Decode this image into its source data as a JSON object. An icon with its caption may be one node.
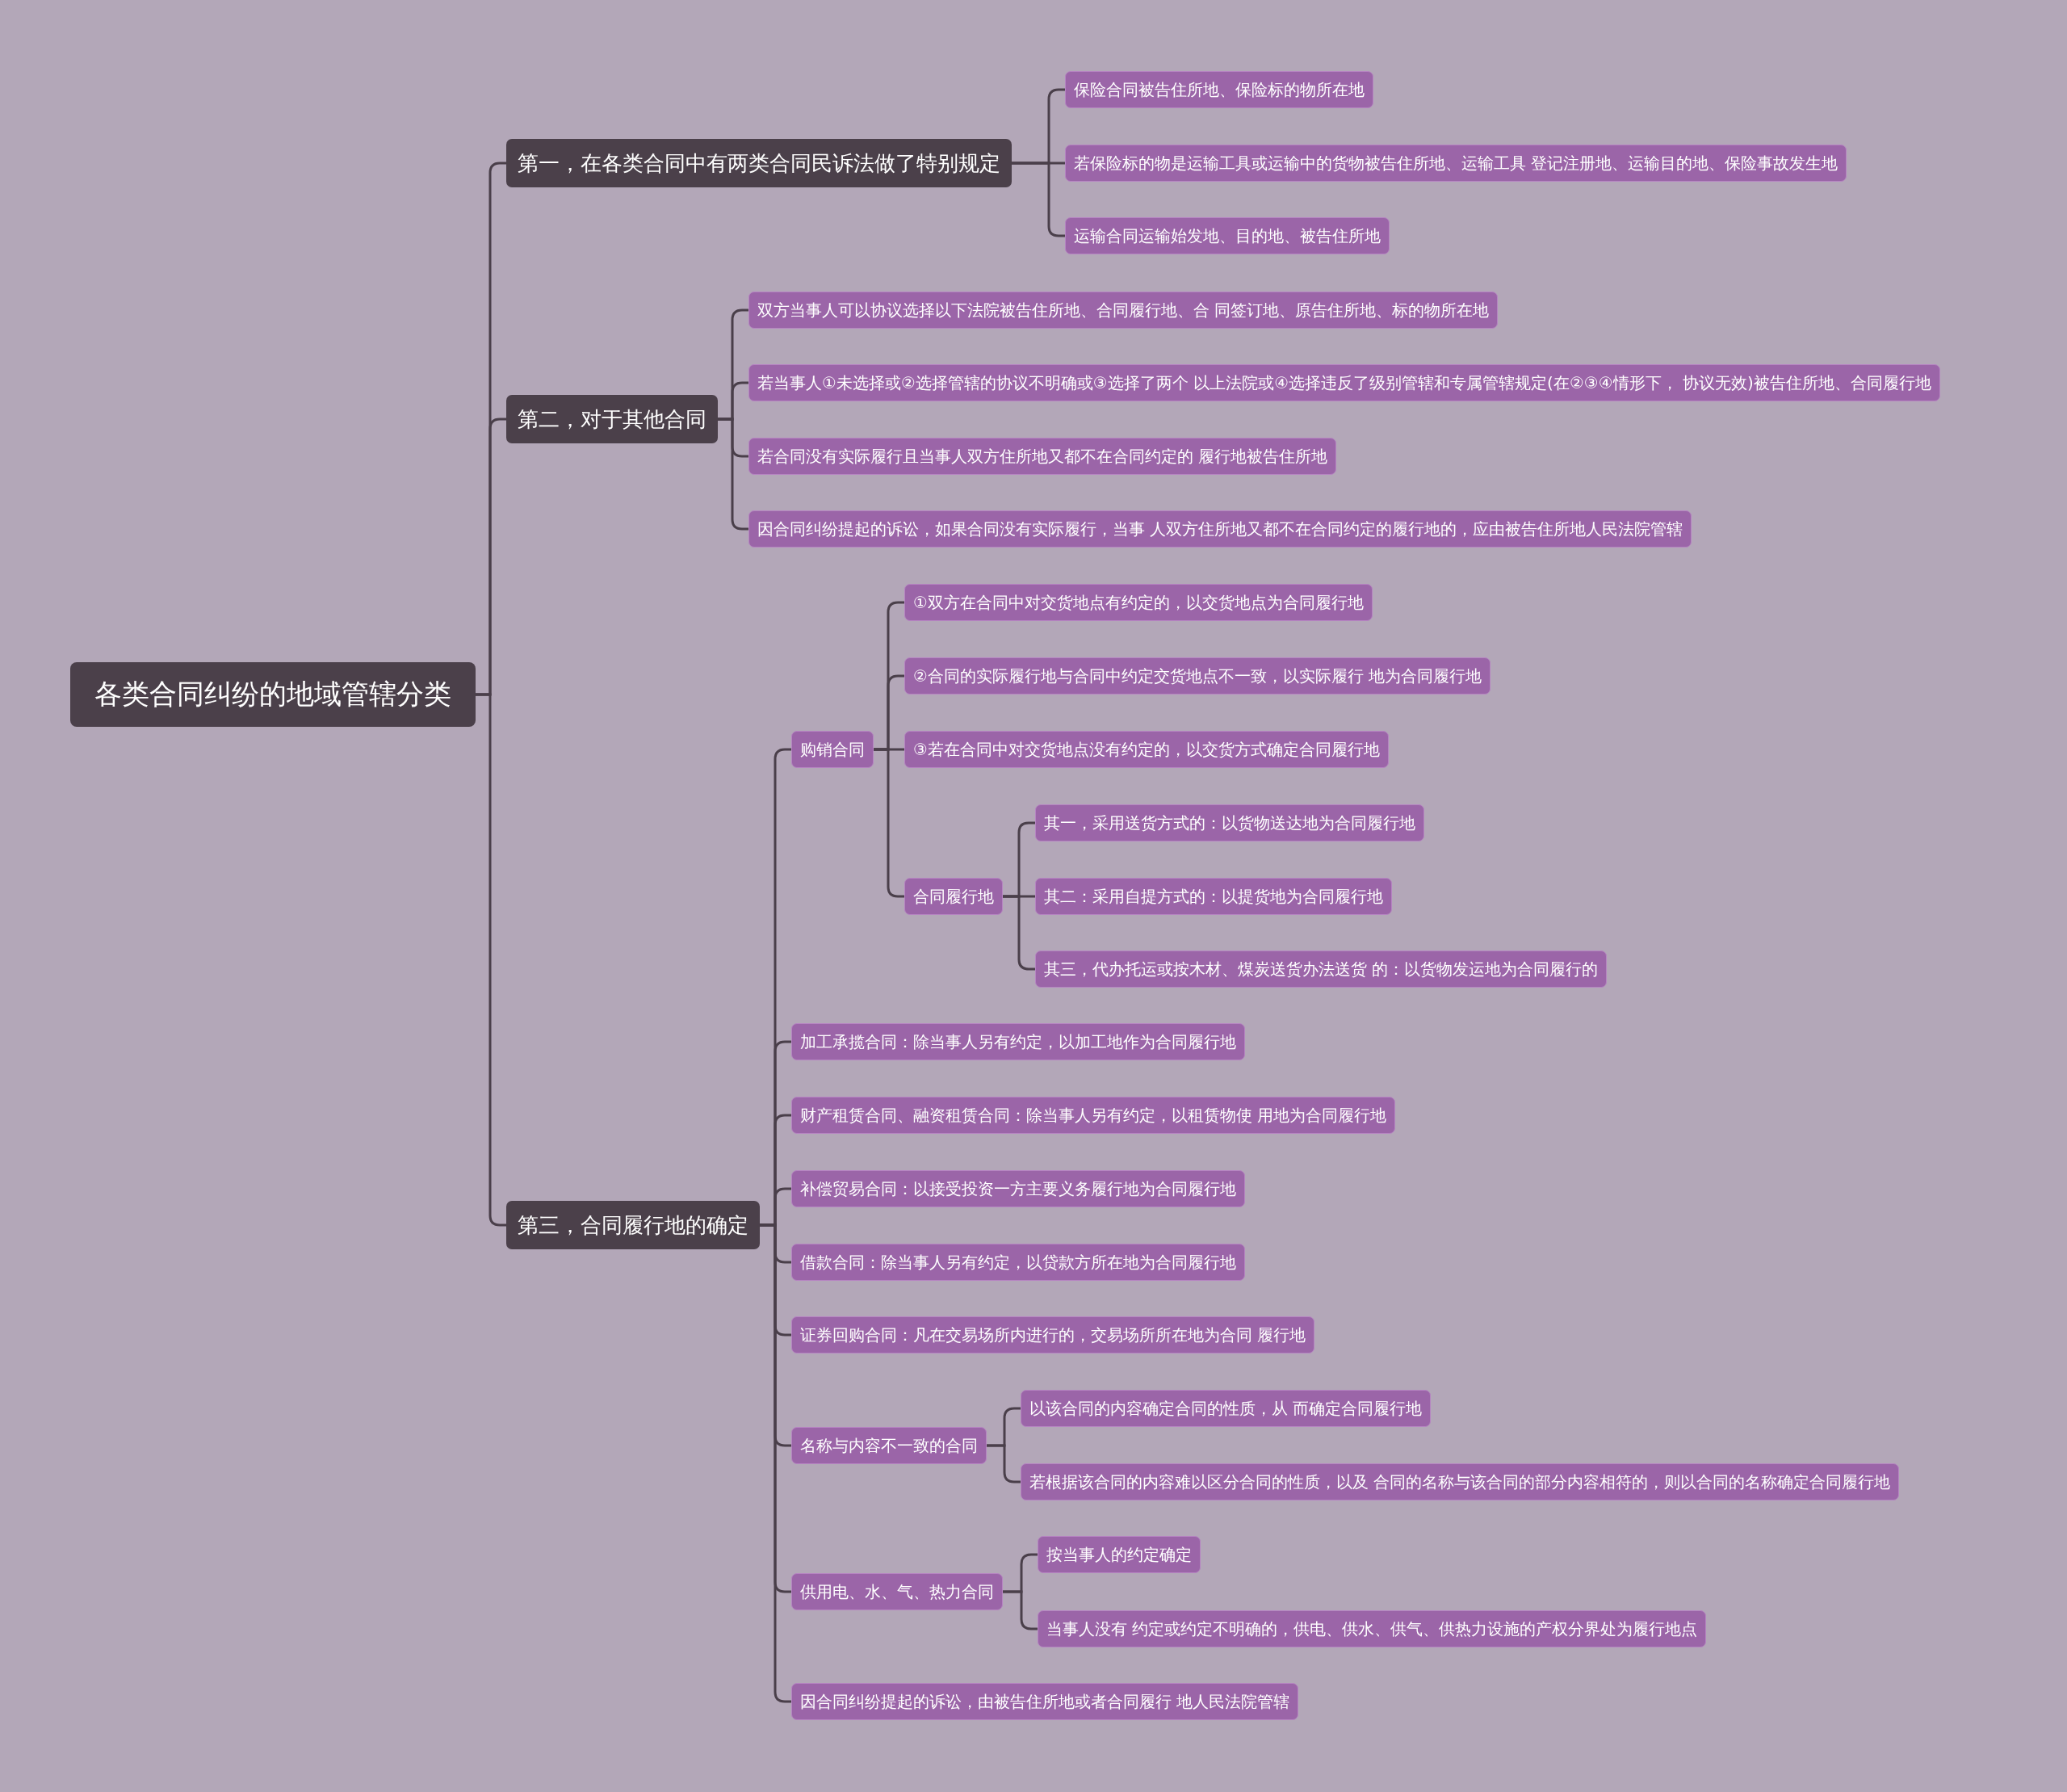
{
  "diagram": {
    "nodes": [
      {
        "text": [
          "各类合同纠纷的地域管辖分类"
        ]
      },
      {
        "text": [
          "第一，在各类合同中有两类合同民诉法做了特别规定"
        ]
      },
      {
        "text": [
          "保险合同被告住所地、保险标的物所在地"
        ]
      },
      {
        "text": [
          "若保险标的物是运输工具或运输中的货物被告住所地、运输工具 登记注册地、运输目的地、保险事故发生地"
        ]
      },
      {
        "text": [
          "运输合同运输始发地、目的地、被告住所地"
        ]
      },
      {
        "text": [
          "第二，对于其他合同"
        ]
      },
      {
        "text": [
          "双方当事人可以协议选择以下法院被告住所地、合同履行地、合 同签订地、原告住所地、标的物所在地"
        ]
      },
      {
        "text": [
          "若当事人①未选择或②选择管辖的协议不明确或③选择了两个 以上法院或④选择违反了级别管辖和专属管辖规定(在②③④情形下， 协议无效)被告住所地、合同履行地"
        ]
      },
      {
        "text": [
          "若合同没有实际履行且当事人双方住所地又都不在合同约定的 履行地被告住所地"
        ]
      },
      {
        "text": [
          "因合同纠纷提起的诉讼，如果合同没有实际履行，当事 人双方住所地又都不在合同约定的履行地的，应由被告住所地人民法院管辖"
        ]
      },
      {
        "text": [
          "第三，合同履行地的确定"
        ]
      },
      {
        "text": [
          "购销合同"
        ]
      },
      {
        "text": [
          "①双方在合同中对交货地点有约定的，以交货地点为合同履行地"
        ]
      },
      {
        "text": [
          "②合同的实际履行地与合同中约定交货地点不一致，以实际履行 地为合同履行地"
        ]
      },
      {
        "text": [
          "③若在合同中对交货地点没有约定的，以交货方式确定合同履行地"
        ]
      },
      {
        "text": [
          "合同履行地"
        ]
      },
      {
        "text": [
          "其一，采用送货方式的：以货物送达地为合同履行地"
        ]
      },
      {
        "text": [
          "其二：采用自提方式的：以提货地为合同履行地"
        ]
      },
      {
        "text": [
          "其三，代办托运或按木材、煤炭送货办法送货 的：以货物发运地为合同履行的"
        ]
      },
      {
        "text": [
          "加工承揽合同：除当事人另有约定，以加工地作为合同履行地"
        ]
      },
      {
        "text": [
          "财产租赁合同、融资租赁合同：除当事人另有约定，以租赁物使 用地为合同履行地"
        ]
      },
      {
        "text": [
          "补偿贸易合同：以接受投资一方主要义务履行地为合同履行地"
        ]
      },
      {
        "text": [
          "借款合同：除当事人另有约定，以贷款方所在地为合同履行地"
        ]
      },
      {
        "text": [
          "证券回购合同：凡在交易场所内进行的，交易场所所在地为合同 履行地"
        ]
      },
      {
        "text": [
          "名称与内容不一致的合同"
        ]
      },
      {
        "text": [
          "以该合同的内容确定合同的性质，从 而确定合同履行地"
        ]
      },
      {
        "text": [
          "若根据该合同的内容难以区分合同的性质，以及 合同的名称与该合同的部分内容相符的，则以合同的名称确定合同履行地"
        ]
      },
      {
        "text": [
          "供用电、水、气、热力合同"
        ]
      },
      {
        "text": [
          "按当事人的约定确定"
        ]
      },
      {
        "text": [
          "当事人没有 约定或约定不明确的，供电、供水、供气、供热力设施的产权分界处为履行地点"
        ]
      },
      {
        "text": [
          "因合同纠纷提起的诉讼，由被告住所地或者合同履行 地人民法院管辖"
        ]
      }
    ],
    "edges": [
      {
        "from": 0,
        "to": 1,
        "arrow": "none"
      },
      {
        "from": 0,
        "to": 5,
        "arrow": "none"
      },
      {
        "from": 0,
        "to": 10,
        "arrow": "none"
      },
      {
        "from": 1,
        "to": 2,
        "arrow": "none"
      },
      {
        "from": 1,
        "to": 3,
        "arrow": "none"
      },
      {
        "from": 1,
        "to": 4,
        "arrow": "none"
      },
      {
        "from": 5,
        "to": 6,
        "arrow": "none"
      },
      {
        "from": 5,
        "to": 7,
        "arrow": "none"
      },
      {
        "from": 5,
        "to": 8,
        "arrow": "none"
      },
      {
        "from": 5,
        "to": 9,
        "arrow": "none"
      },
      {
        "from": 10,
        "to": 11,
        "arrow": "none"
      },
      {
        "from": 11,
        "to": 12,
        "arrow": "none"
      },
      {
        "from": 11,
        "to": 13,
        "arrow": "none"
      },
      {
        "from": 11,
        "to": 14,
        "arrow": "none"
      },
      {
        "from": 11,
        "to": 15,
        "arrow": "none"
      },
      {
        "from": 15,
        "to": 16,
        "arrow": "none"
      },
      {
        "from": 15,
        "to": 17,
        "arrow": "none"
      },
      {
        "from": 15,
        "to": 18,
        "arrow": "none"
      },
      {
        "from": 10,
        "to": 19,
        "arrow": "none"
      },
      {
        "from": 10,
        "to": 20,
        "arrow": "none"
      },
      {
        "from": 10,
        "to": 21,
        "arrow": "none"
      },
      {
        "from": 10,
        "to": 22,
        "arrow": "none"
      },
      {
        "from": 10,
        "to": 23,
        "arrow": "none"
      },
      {
        "from": 10,
        "to": 24,
        "arrow": "none"
      },
      {
        "from": 24,
        "to": 25,
        "arrow": "none"
      },
      {
        "from": 24,
        "to": 26,
        "arrow": "none"
      },
      {
        "from": 10,
        "to": 27,
        "arrow": "none"
      },
      {
        "from": 27,
        "to": 28,
        "arrow": "none"
      },
      {
        "from": 27,
        "to": 29,
        "arrow": "none"
      },
      {
        "from": 10,
        "to": 30,
        "arrow": "none"
      }
    ]
  }
}
